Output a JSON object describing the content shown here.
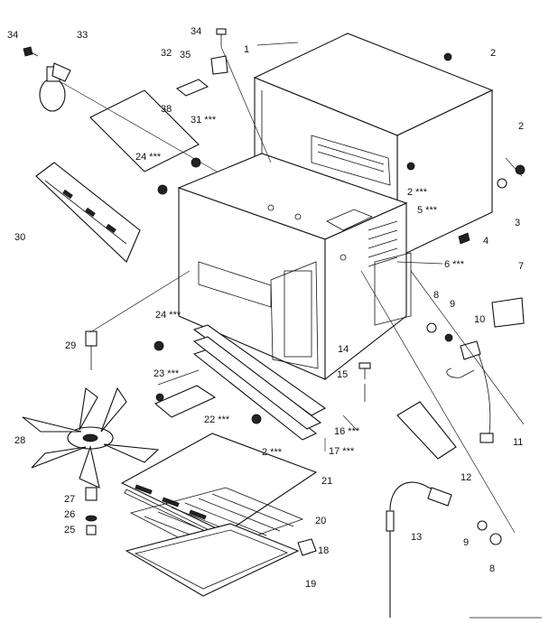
{
  "diagram": {
    "callouts": {
      "c1": "1",
      "c2a": "2",
      "c2b": "2",
      "c2c": "2 ***",
      "c2d": "2 ***",
      "c3": "3",
      "c4": "4",
      "c5": "5 ***",
      "c6": "6 ***",
      "c7": "7",
      "c8a": "8",
      "c8b": "8",
      "c9a": "9",
      "c9b": "9",
      "c10": "10",
      "c11": "11",
      "c12": "12",
      "c13": "13",
      "c14": "14",
      "c15": "15",
      "c16": "16 ***",
      "c17": "17 ***",
      "c18": "18",
      "c19": "19",
      "c20": "20",
      "c21": "21",
      "c22": "22 ***",
      "c23": "23 ***",
      "c24a": "24 ***",
      "c24b": "24 ***",
      "c25": "25",
      "c26": "26",
      "c27": "27",
      "c28": "28",
      "c29": "29",
      "c30": "30",
      "c31": "31 ***",
      "c32": "32",
      "c33": "33",
      "c34a": "34",
      "c34b": "34",
      "c35": "35",
      "c38": "38"
    }
  }
}
